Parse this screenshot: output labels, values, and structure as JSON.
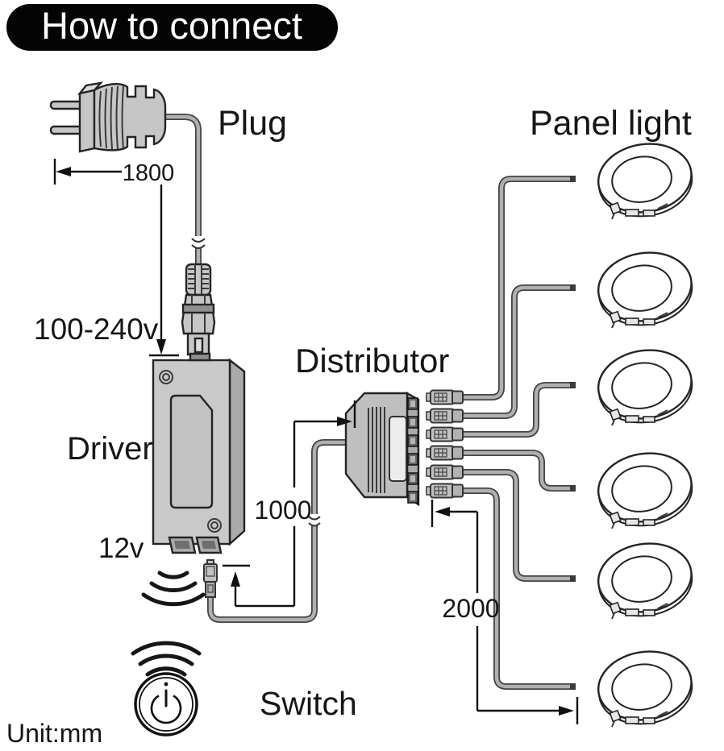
{
  "title": "How to connect",
  "labels": {
    "plug": "Plug",
    "panel_light": "Panel light",
    "distributor": "Distributor",
    "driver": "Driver",
    "switch": "Switch",
    "input_voltage": "100-240v",
    "output_voltage": "12v",
    "unit": "Unit:mm"
  },
  "dimensions": {
    "plug_cable": "1800",
    "driver_cable": "1000",
    "light_cable": "2000"
  },
  "counts": {
    "panel_lights": 6,
    "distributor_outputs": 6
  },
  "colors": {
    "banner_bg": "#000000",
    "banner_text": "#ffffff",
    "line": "#1c1c1c",
    "body_gray": "#c6c6c6",
    "cable_gray": "#a9a9a9",
    "background": "#ffffff"
  }
}
